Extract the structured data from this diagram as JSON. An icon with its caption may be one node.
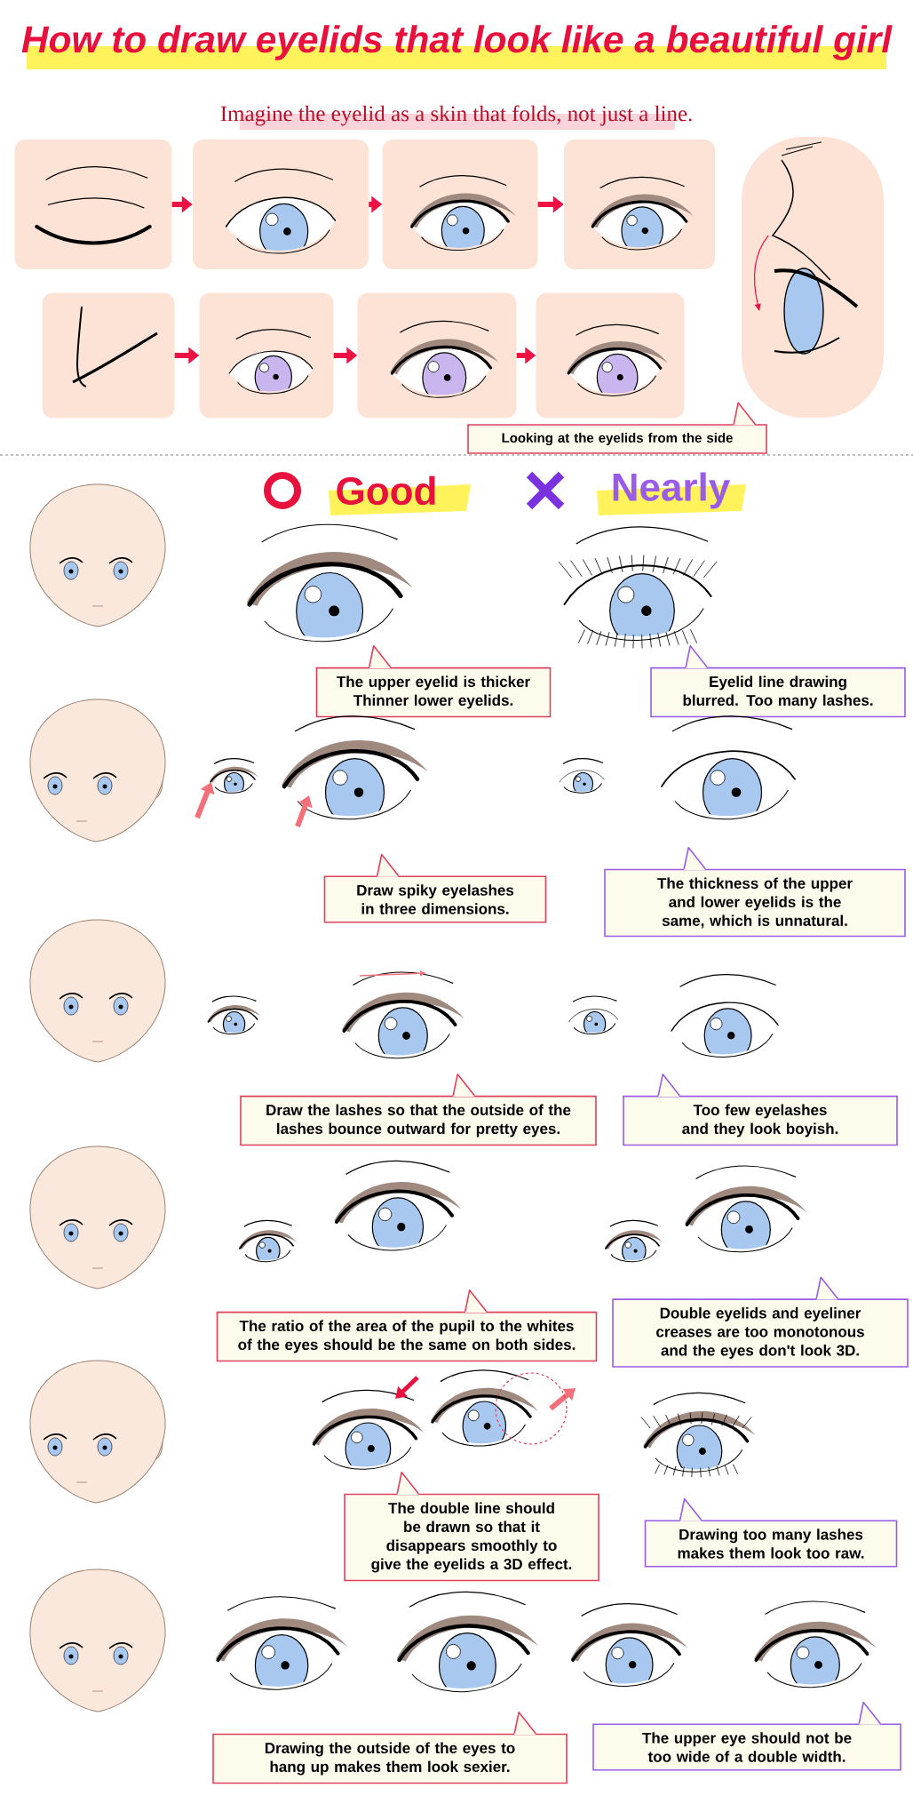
{
  "diagram": {
    "title": "How to draw eyelids that look like a beautiful girl",
    "nodes": [
      {
        "text": [],
        "shape": "picture"
      },
      {
        "text": [],
        "shape": "picture"
      },
      {
        "text": [],
        "shape": "picture"
      },
      {
        "text": [],
        "shape": "picture"
      },
      {
        "text": [],
        "shape": "picture"
      },
      {
        "text": [],
        "shape": "picture"
      },
      {
        "text": [],
        "shape": "picture"
      },
      {
        "text": [],
        "shape": "picture"
      },
      {
        "text": [],
        "shape": "picture"
      },
      {
        "text": [
          "Looking at the eyelids from the side"
        ]
      },
      {
        "text": [
          "The upper eyelid is thicker Thinner lower eyelids."
        ]
      },
      {
        "text": [
          "Eyelid line drawing blurred. Too many lashes."
        ]
      },
      {
        "text": [
          "Draw spiky eyelashes in three dimensions."
        ]
      },
      {
        "text": [
          "The thickness of the upper and lower eyelids is the same, which is unnatural."
        ]
      },
      {
        "text": [
          "Draw the lashes so that the outside of the lashes bounce outward for pretty eyes."
        ]
      },
      {
        "text": [
          "Too few eyelashes and they look boyish."
        ]
      },
      {
        "text": [
          "The ratio of the area of the pupil to the whites of the eyes should be the same on both sides."
        ]
      },
      {
        "text": [
          "Double eyelids and eyeliner creases are too monotonous and the eyes don't look 3D."
        ]
      },
      {
        "text": [
          "The double line should be drawn so that it disappears smoothly to give the eyelids a 3D effect."
        ]
      },
      {
        "text": [
          "Drawing too many lashes makes them look too raw."
        ]
      },
      {
        "text": [
          "Drawing the outside of the eyes to hang up makes them look sexier."
        ]
      },
      {
        "text": [
          "The upper eye should not be too wide of a double width."
        ]
      }
    ],
    "edges": [
      {
        "from": 0,
        "to": 1,
        "arrow": "to"
      },
      {
        "from": 1,
        "to": 2,
        "arrow": "to"
      },
      {
        "from": 2,
        "to": 3,
        "arrow": "to"
      },
      {
        "from": 4,
        "to": 5,
        "arrow": "to"
      },
      {
        "from": 5,
        "to": 6,
        "arrow": "to"
      },
      {
        "from": 6,
        "to": 7,
        "arrow": "to"
      }
    ],
    "labels": [
      "Imagine the eyelid as a skin that folds, not just a line.",
      "Good",
      "Nearly"
    ]
  }
}
